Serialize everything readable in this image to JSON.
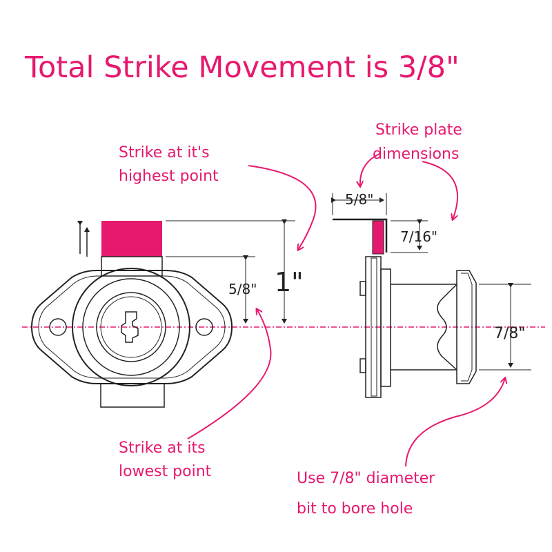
{
  "title": "Total Strike Movement is 3/8\"",
  "annotations": {
    "highest": [
      "Strike at it's",
      "highest point"
    ],
    "lowest": [
      "Strike at its",
      "lowest point"
    ],
    "plate": [
      "Strike plate",
      "dimensions"
    ],
    "bore": [
      "Use 7/8\" diameter",
      "bit to bore hole"
    ]
  },
  "dimensions": {
    "travel_total": "1\"",
    "travel_lower": "5/8\"",
    "plate_width": "5/8\"",
    "plate_height": "7/16\"",
    "bore_diameter": "7/8\""
  },
  "colors": {
    "accent": "#e6196e",
    "line": "#222222"
  }
}
